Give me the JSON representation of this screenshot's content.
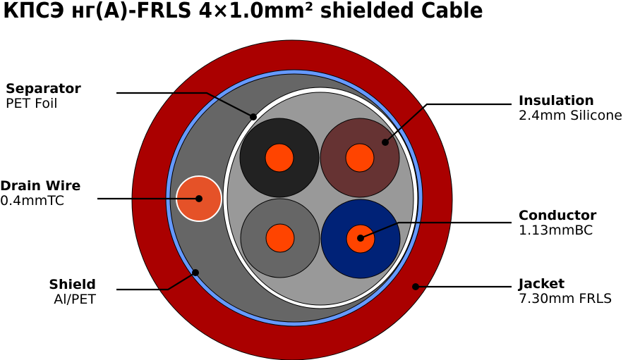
{
  "title": "КПСЭ нг(А)-FRLS 4×1.0mm² shielded Cable",
  "labels": {
    "separator": {
      "name": "Separator",
      "detail": "PET Foil"
    },
    "drain_wire": {
      "name": "Drain Wire",
      "detail": "0.4mmTC"
    },
    "shield": {
      "name": "Shield",
      "detail": "Al/PET"
    },
    "insulation": {
      "name": "Insulation",
      "detail": "2.4mm Silicone"
    },
    "conductor": {
      "name": "Conductor",
      "detail": "1.13mmBC"
    },
    "jacket": {
      "name": "Jacket",
      "detail": "7.30mm FRLS"
    }
  },
  "colors": {
    "jacket": "#aa0000",
    "shield": "#6699ff",
    "filler_outer": "#666666",
    "separator": "#ffffff",
    "filler_inner": "#999999",
    "core_black": "#222222",
    "core_brown": "#663333",
    "core_grey": "#666666",
    "core_blue": "#002277",
    "conductor": "#ff4400",
    "drain_wire": "#e55228"
  }
}
